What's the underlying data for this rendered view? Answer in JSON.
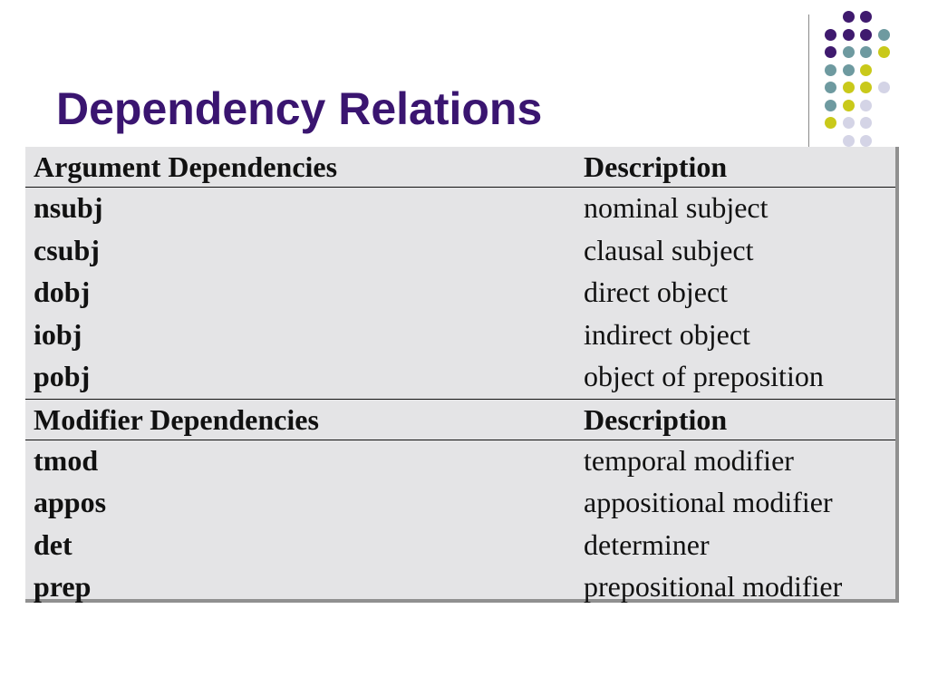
{
  "slide": {
    "title": "Dependency Relations"
  },
  "decoration": {
    "dot_colors": {
      "purple": "#3f1a6e",
      "teal": "#6e9aa0",
      "yellow": "#c9c91a",
      "lavender": "#d4d4e6"
    }
  },
  "table": {
    "sections": [
      {
        "header": {
          "left": "Argument Dependencies",
          "right": "Description"
        },
        "rows": [
          {
            "relation": "nsubj",
            "description": "nominal subject"
          },
          {
            "relation": "csubj",
            "description": "clausal subject"
          },
          {
            "relation": "dobj",
            "description": "direct object"
          },
          {
            "relation": "iobj",
            "description": "indirect object"
          },
          {
            "relation": "pobj",
            "description": "object of preposition"
          }
        ]
      },
      {
        "header": {
          "left": "Modifier Dependencies",
          "right": "Description"
        },
        "rows": [
          {
            "relation": "tmod",
            "description": "temporal modifier"
          },
          {
            "relation": "appos",
            "description": "appositional modifier"
          },
          {
            "relation": "det",
            "description": "determiner"
          },
          {
            "relation": "prep",
            "description": "prepositional modifier"
          }
        ]
      }
    ]
  }
}
